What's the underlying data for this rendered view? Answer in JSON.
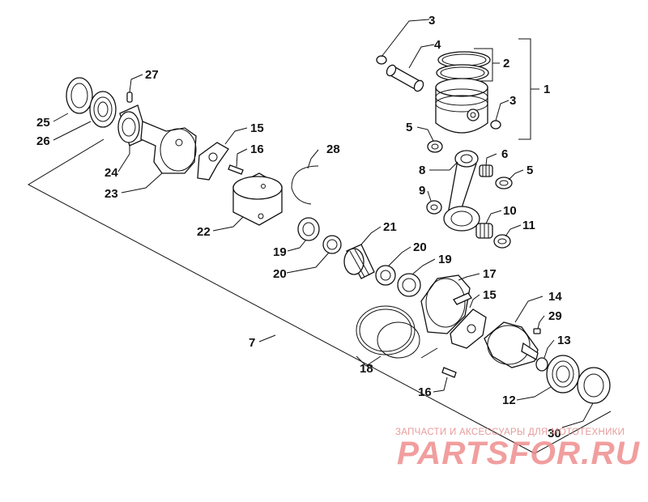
{
  "labels": {
    "p1": "1",
    "p2": "2",
    "p3a": "3",
    "p3b": "3",
    "p4": "4",
    "p5a": "5",
    "p5b": "5",
    "p6": "6",
    "p7": "7",
    "p8": "8",
    "p9": "9",
    "p10": "10",
    "p11": "11",
    "p12": "12",
    "p13": "13",
    "p14": "14",
    "p15a": "15",
    "p15b": "15",
    "p16a": "16",
    "p16b": "16",
    "p17": "17",
    "p18": "18",
    "p19a": "19",
    "p19b": "19",
    "p20a": "20",
    "p20b": "20",
    "p21": "21",
    "p22": "22",
    "p23": "23",
    "p24": "24",
    "p25": "25",
    "p26": "26",
    "p27": "27",
    "p28": "28",
    "p29": "29",
    "p30": "30"
  },
  "watermark": {
    "caption": "ЗАПЧАСТИ И АКСЕССУАРЫ ДЛЯ МОТОТЕХНИКИ",
    "logo": "PARTSFOR.RU"
  }
}
